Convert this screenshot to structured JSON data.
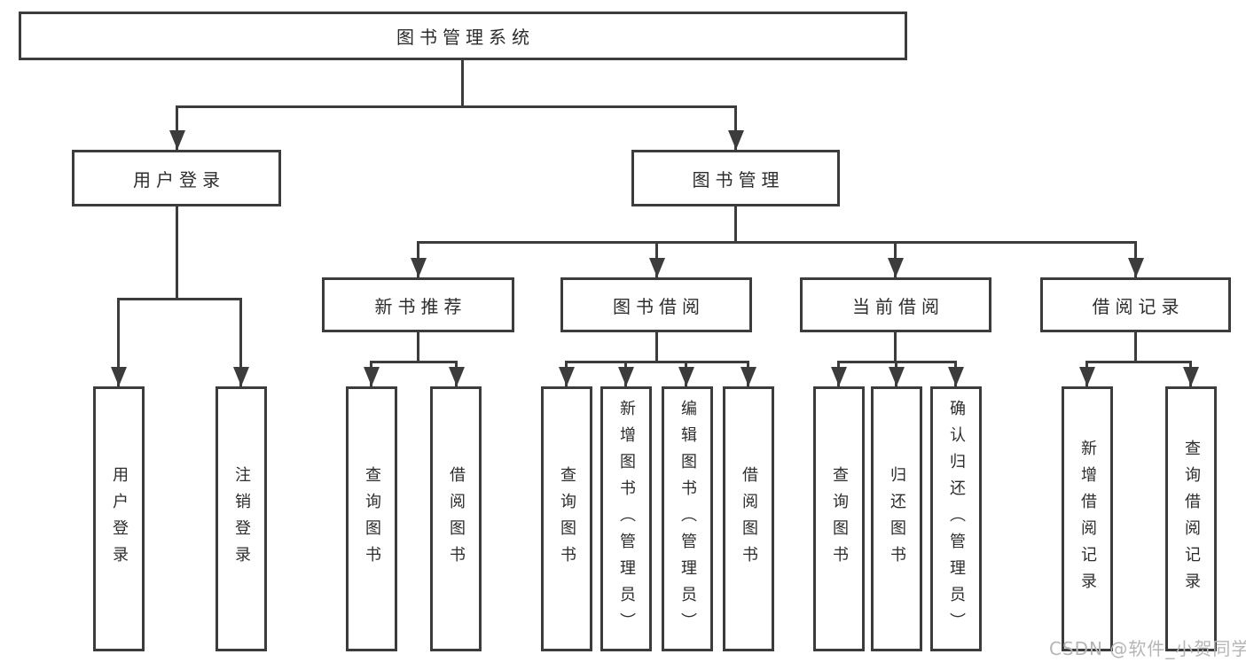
{
  "diagram": {
    "title": "图书管理系统",
    "root": {
      "label": "图书管理系统"
    },
    "level2": [
      {
        "label": "用户登录",
        "parent": "图书管理系统"
      },
      {
        "label": "图书管理",
        "parent": "图书管理系统"
      }
    ],
    "level3": [
      {
        "label": "新书推荐",
        "parent": "图书管理"
      },
      {
        "label": "图书借阅",
        "parent": "图书管理"
      },
      {
        "label": "当前借阅",
        "parent": "图书管理"
      },
      {
        "label": "借阅记录",
        "parent": "图书管理"
      }
    ],
    "leaves": [
      {
        "label": "用户登录",
        "parent": "用户登录"
      },
      {
        "label": "注销登录",
        "parent": "用户登录"
      },
      {
        "label": "查询图书",
        "parent": "新书推荐"
      },
      {
        "label": "借阅图书",
        "parent": "新书推荐"
      },
      {
        "label": "查询图书",
        "parent": "图书借阅"
      },
      {
        "label": "新增图书（管理员）",
        "parent": "图书借阅"
      },
      {
        "label": "编辑图书（管理员）",
        "parent": "图书借阅"
      },
      {
        "label": "借阅图书",
        "parent": "图书借阅"
      },
      {
        "label": "查询图书",
        "parent": "当前借阅"
      },
      {
        "label": "归还图书",
        "parent": "当前借阅"
      },
      {
        "label": "确认归还（管理员）",
        "parent": "当前借阅"
      },
      {
        "label": "新增借阅记录",
        "parent": "借阅记录"
      },
      {
        "label": "查询借阅记录",
        "parent": "借阅记录"
      }
    ]
  },
  "watermark": {
    "text": "CSDN @软件_小贺同学"
  },
  "colors": {
    "line": "#3c3c3c",
    "text": "#2d2d2d",
    "background": "#ffffff",
    "watermark": "#b5b5b5"
  }
}
